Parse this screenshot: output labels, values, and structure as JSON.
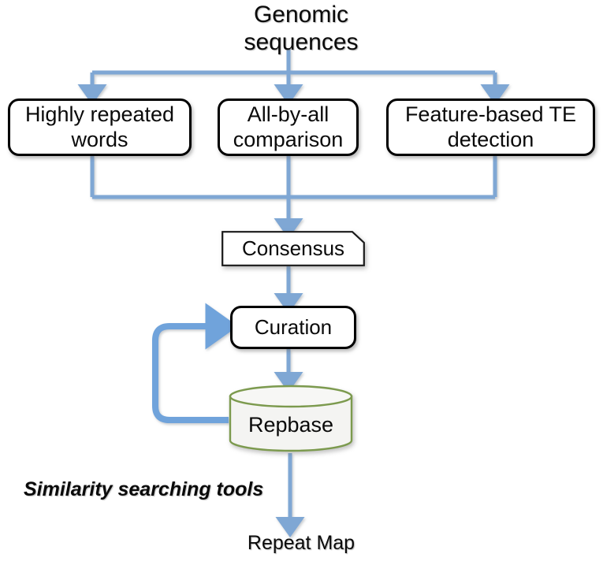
{
  "diagram": {
    "title": "Genomic\nsequences",
    "output": "Repeat Map",
    "annotation": "Similarity searching tools",
    "nodes": {
      "highly_repeated_words": "Highly repeated\nwords",
      "all_by_all_comparison": "All-by-all\ncomparison",
      "feature_based_te_detection": "Feature-based TE\ndetection",
      "consensus": "Consensus",
      "curation": "Curation",
      "repbase": "Repbase"
    },
    "colors": {
      "arrow": "#7FA7D4",
      "arrow_loop": "#6FA3DB",
      "box_border": "#000000",
      "box_fill": "#FFFFFF",
      "database_border": "#7C9A4E",
      "database_fill": "#F2F2F2",
      "text": "#0A0A0A",
      "background": "#FFFFFF"
    }
  }
}
